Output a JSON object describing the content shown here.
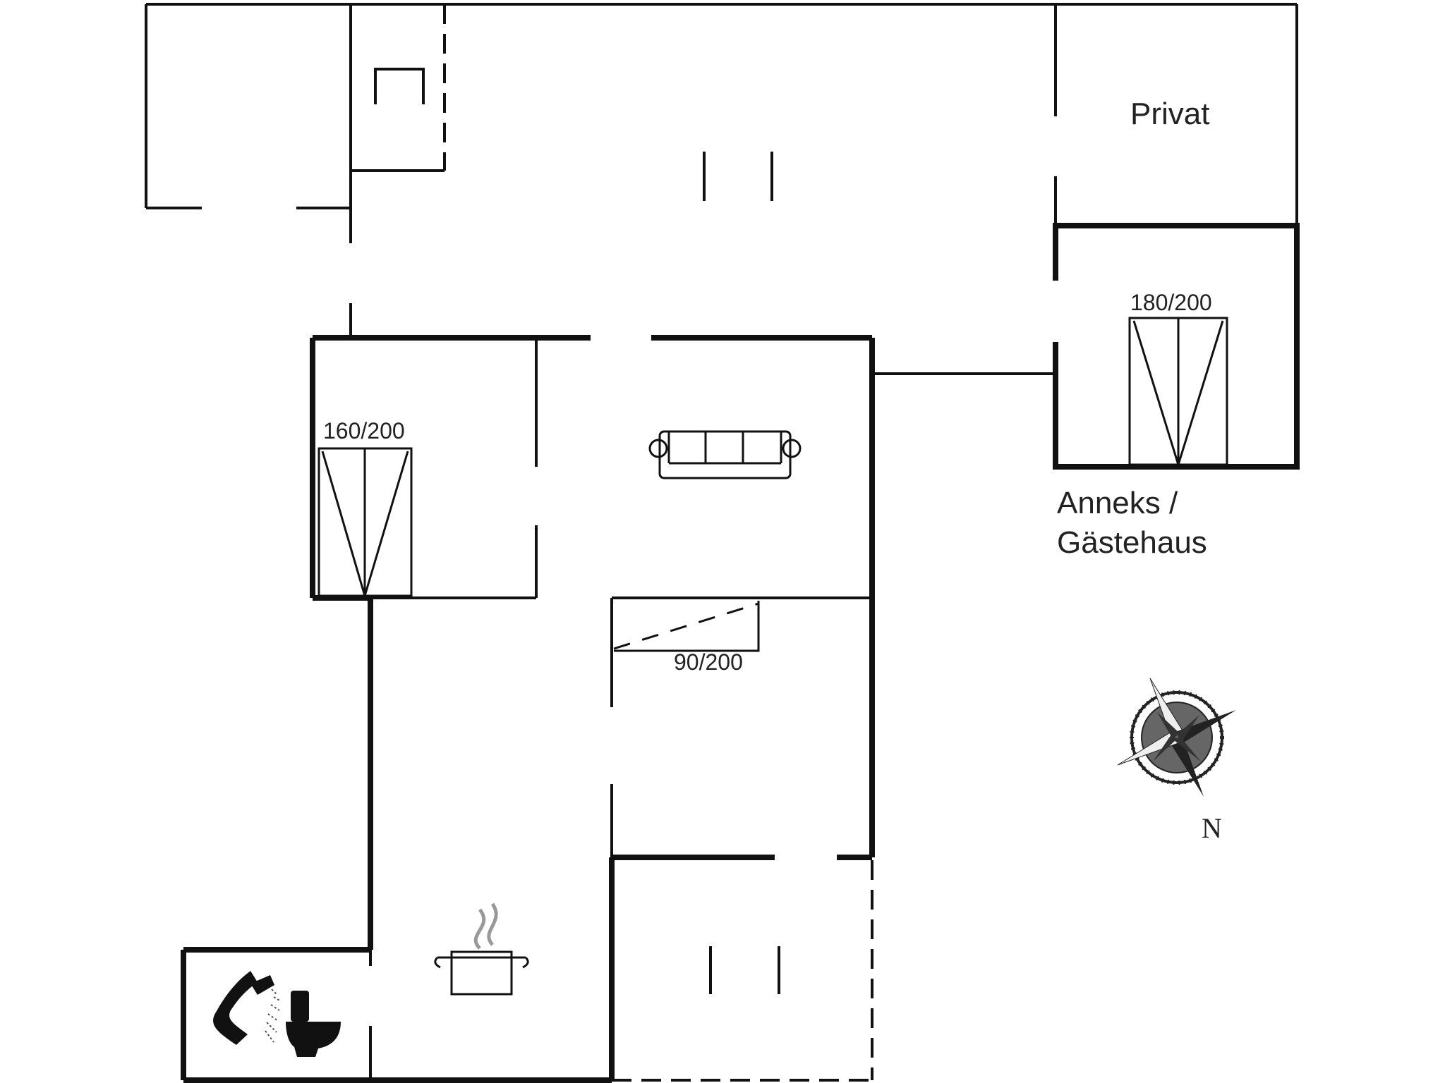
{
  "rooms": {
    "privat": "Privat",
    "annex_line1": "Anneks /",
    "annex_line2": "Gästehaus"
  },
  "beds": {
    "annex_bed": "180/200",
    "bedroom_bed": "160/200",
    "single_bed": "90/200"
  },
  "compass": {
    "north_label": "N"
  },
  "icons": [
    "sofa-icon",
    "cooking-pot-icon",
    "shower-icon",
    "toilet-icon",
    "compass-rose-icon",
    "double-bed-icon",
    "single-bed-icon",
    "chair-icon"
  ]
}
